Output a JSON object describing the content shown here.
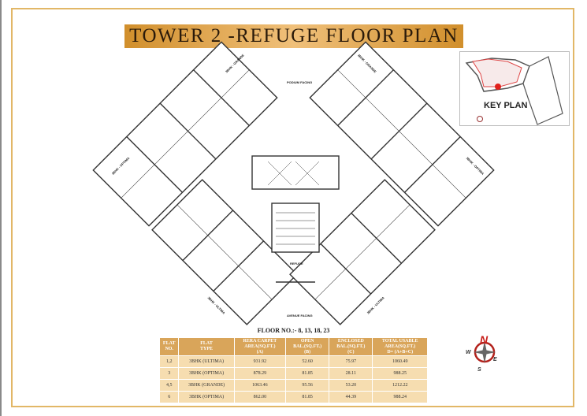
{
  "title": "TOWER 2 -REFUGE FLOOR PLAN",
  "key_plan": {
    "label": "KEY PLAN",
    "marker_color": "#e0201b"
  },
  "plan_labels": {
    "podium_facing": "PODIUM FACING",
    "avenue_facing": "AVENUE FACING",
    "refuge": "REFUGE",
    "wing_top_left": "3BHK - GRANDE",
    "wing_top_right": "3BHK - GRANDE",
    "wing_left": "3BHK - OPTIMA",
    "wing_right": "3BHK - OPTIMA",
    "wing_bottom_left": "3BHK - ULTIMA",
    "wing_bottom_right": "3BHK - ULTIMA"
  },
  "floor_no": "FLOOR NO.:- 8, 13, 18, 23",
  "table": {
    "headers": [
      [
        "FLAT",
        "NO."
      ],
      [
        "FLAT",
        "TYPE"
      ],
      [
        "RERA CARPET",
        "AREA(SQ.FT.)",
        "(A)"
      ],
      [
        "OPEN",
        "BAL.(SQ.FT.)",
        "(B)"
      ],
      [
        "ENCLOSED",
        "BAL.(SQ.FT.)",
        "(C)"
      ],
      [
        "TOTAL USABLE",
        "AREA(SQ.FT.)",
        "D= (A+B+C)"
      ]
    ],
    "rows": [
      [
        "1,2",
        "3BHK (ULTIMA)",
        "931.92",
        "52.60",
        "75.97",
        "1060.49"
      ],
      [
        "3",
        "3BHK (OPTIMA)",
        "878.29",
        "81.85",
        "28.11",
        "988.25"
      ],
      [
        "4,5",
        "3BHK (GRANDE)",
        "1063.46",
        "95.56",
        "53.20",
        "1212.22"
      ],
      [
        "6",
        "3BHK (OPTIMA)",
        "862.00",
        "81.85",
        "44.39",
        "988.24"
      ]
    ]
  },
  "compass": {
    "n": "N",
    "s": "S",
    "e": "E",
    "w": "W",
    "ring_color": "#b3221c"
  },
  "colors": {
    "title_bg": "#e0a450",
    "frame": "#e2b767",
    "table_header": "#d9a55a",
    "table_cell": "#f6ddb0"
  }
}
